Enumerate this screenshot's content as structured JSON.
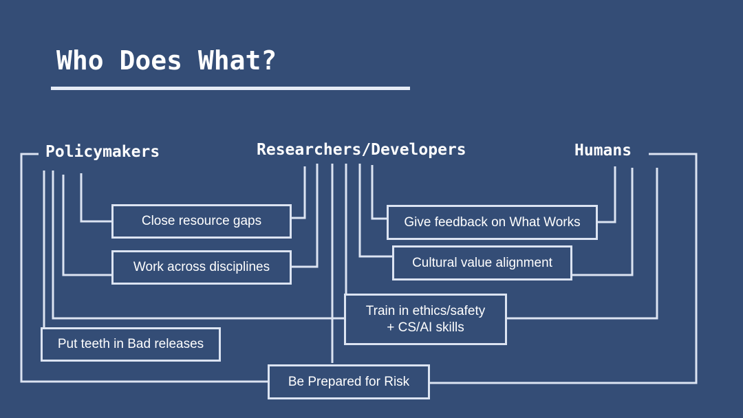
{
  "slide": {
    "title": "Who Does What?"
  },
  "actors": {
    "policymakers": "Policymakers",
    "researchers": "Researchers/Developers",
    "humans": "Humans"
  },
  "responsibilities": {
    "close_resource_gaps": "Close resource gaps",
    "work_across_disciplines": "Work across disciplines",
    "put_teeth": "Put teeth in Bad releases",
    "give_feedback": "Give feedback on What Works",
    "cultural_alignment": "Cultural value alignment",
    "train_line1": "Train in ethics/safety",
    "train_line2": "+ CS/AI skills",
    "be_prepared": "Be Prepared for Risk"
  },
  "colors": {
    "background": "#344d76",
    "line": "#dce4f2",
    "text": "#ffffff"
  }
}
